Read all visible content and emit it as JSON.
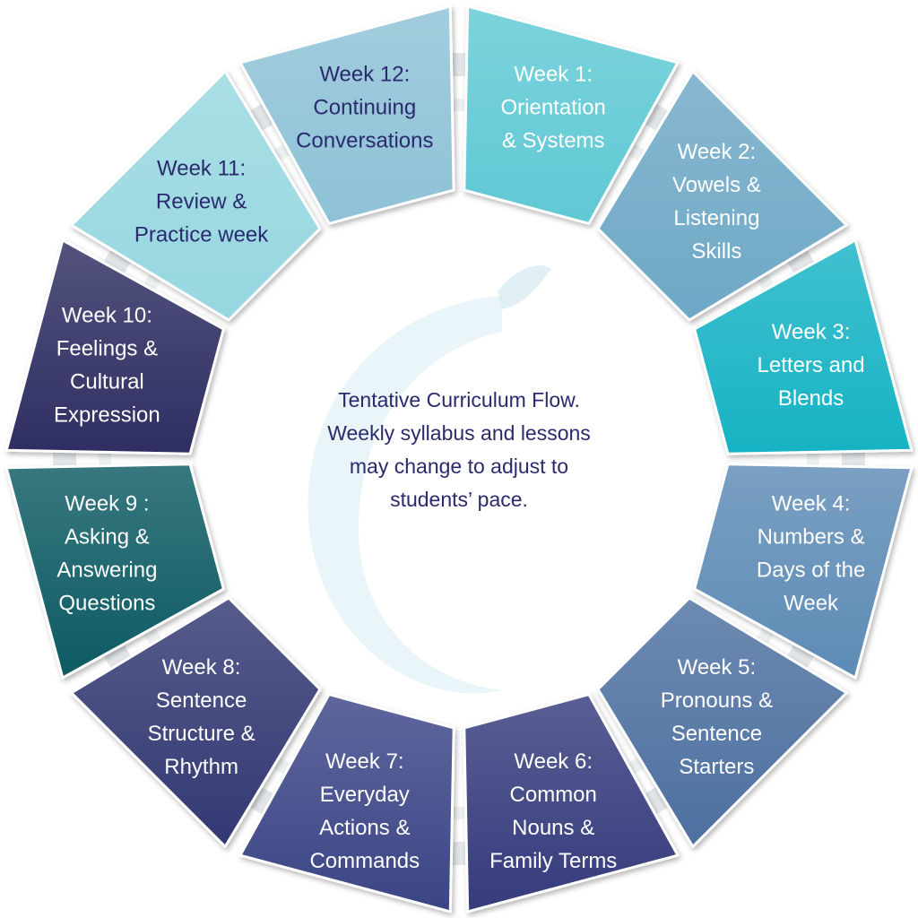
{
  "center_text": "Tentative Curriculum Flow. Weekly syllabus and lessons may change to adjust to students’ pace.",
  "colors": {
    "ring": "#dfe3e6",
    "watermark": "#d7eef3",
    "text_dark": "#2a2a6e",
    "text_light": "#ffffff"
  },
  "segments": [
    {
      "lines": [
        "Week 1:",
        "Orientation",
        "& Systems"
      ],
      "color": "#5ec9d4",
      "text": "#ffffff"
    },
    {
      "lines": [
        "Week 2:",
        "Vowels &",
        "Listening",
        "Skills"
      ],
      "color": "#6ea8c6",
      "text": "#ffffff"
    },
    {
      "lines": [
        "Week 3:",
        "Letters and",
        "Blends"
      ],
      "color": "#17b3c4",
      "text": "#ffffff"
    },
    {
      "lines": [
        "Week 4:",
        "Numbers &",
        "Days of the",
        "Week"
      ],
      "color": "#5d8bb5",
      "text": "#ffffff"
    },
    {
      "lines": [
        "Week 5:",
        "Pronouns &",
        "Sentence",
        "Starters"
      ],
      "color": "#4e6fa0",
      "text": "#ffffff"
    },
    {
      "lines": [
        "Week 6:",
        "Common",
        "Nouns &",
        "Family Terms"
      ],
      "color": "#343a7c",
      "text": "#ffffff"
    },
    {
      "lines": [
        "Week 7:",
        "Everyday",
        "Actions &",
        "Commands"
      ],
      "color": "#3a4586",
      "text": "#ffffff"
    },
    {
      "lines": [
        "Week 8:",
        "Sentence",
        "Structure &",
        "Rhythm"
      ],
      "color": "#333772",
      "text": "#ffffff"
    },
    {
      "lines": [
        "Week 9 :",
        "Asking &",
        "Answering",
        "Questions"
      ],
      "color": "#0f5a63",
      "text": "#ffffff"
    },
    {
      "lines": [
        "Week 10:",
        "Feelings &",
        "Cultural",
        "Expression"
      ],
      "color": "#2f2d62",
      "text": "#ffffff"
    },
    {
      "lines": [
        "Week 11:",
        "Review &",
        "Practice week"
      ],
      "color": "#97d7e0",
      "text": "#2a2a6e"
    },
    {
      "lines": [
        "Week 12:",
        "Continuing",
        "Conversations"
      ],
      "color": "#8ec2d6",
      "text": "#2a2a6e"
    }
  ]
}
